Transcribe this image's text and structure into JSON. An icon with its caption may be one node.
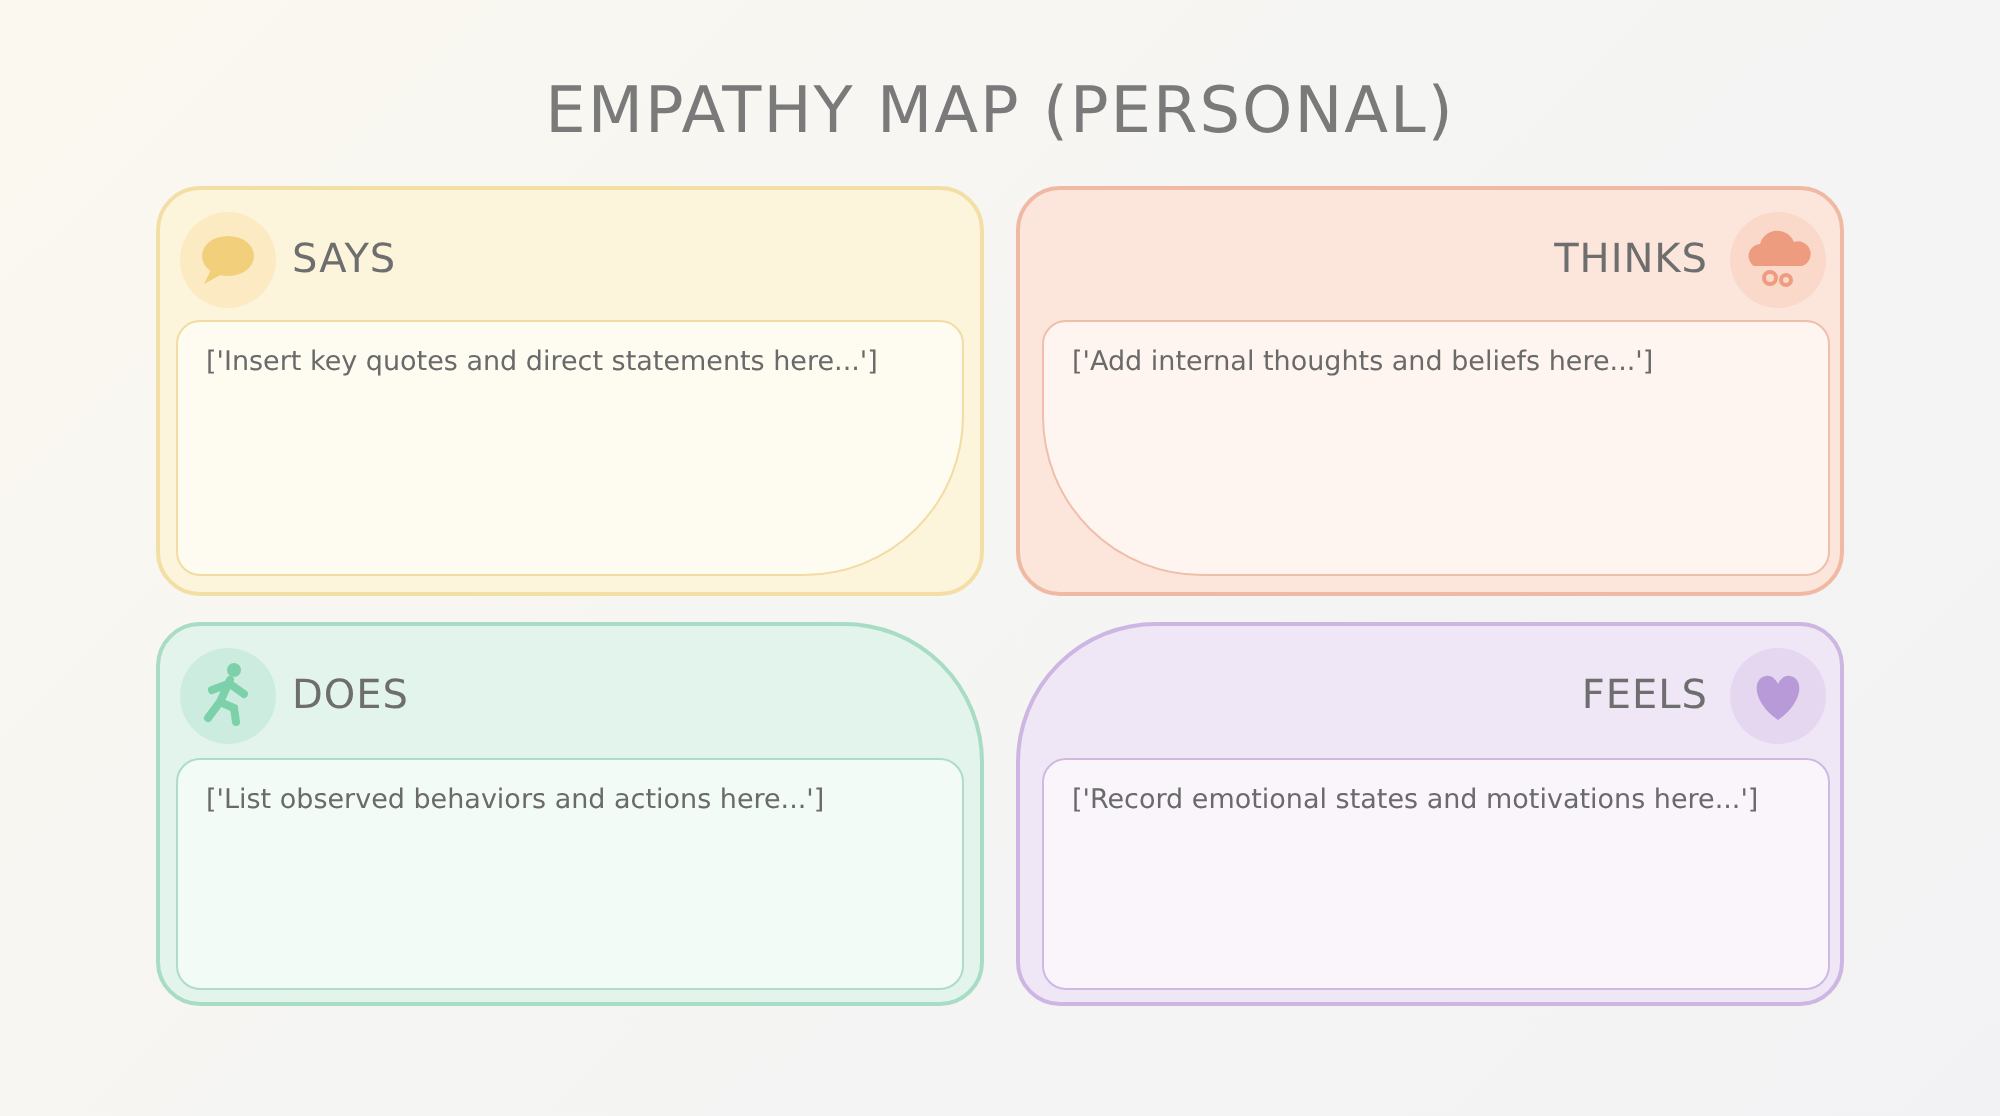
{
  "diagram": {
    "title": "EMPATHY MAP (PERSONAL)",
    "nodes": [
      {
        "text": [
          "SAYS"
        ]
      },
      {
        "text": [
          "['Insert key quotes and direct statements here...']"
        ],
        "in": 0
      },
      {
        "text": [
          "THINKS"
        ]
      },
      {
        "text": [
          "['Add internal thoughts and beliefs here...']"
        ],
        "in": 2
      },
      {
        "text": [
          "DOES"
        ]
      },
      {
        "text": [
          "['List observed behaviors and actions here...']"
        ],
        "in": 4
      },
      {
        "text": [
          "FEELS"
        ]
      },
      {
        "text": [
          "['Record emotional states and motivations here...']"
        ],
        "in": 6
      }
    ],
    "edges": []
  }
}
